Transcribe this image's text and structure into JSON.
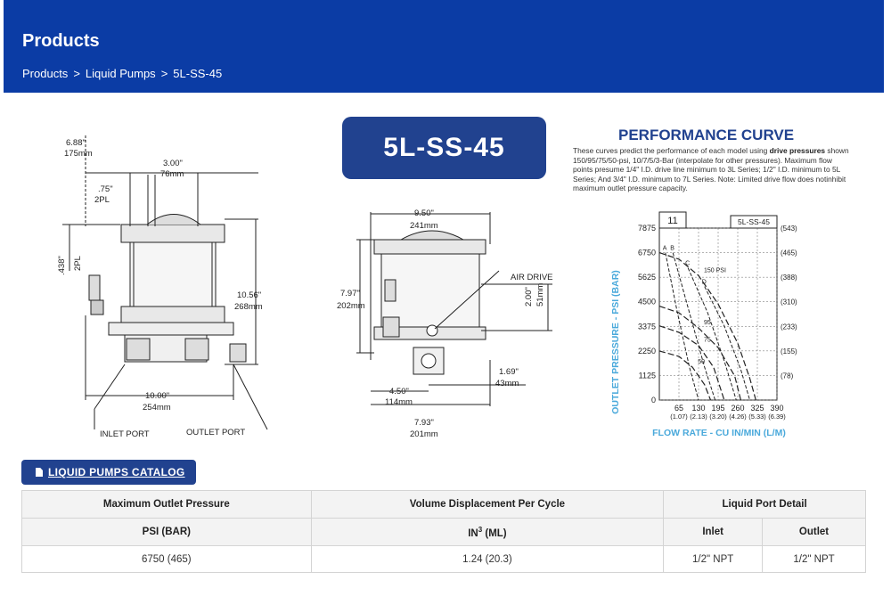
{
  "header": {
    "title": "Products",
    "breadcrumb": [
      "Products",
      ">",
      "Liquid Pumps",
      ">",
      "5L-SS-45"
    ]
  },
  "model": "5L-SS-45",
  "left_drawing": {
    "dims": [
      "6.88\"",
      "175mm",
      "3.00\"",
      "76mm",
      ".75\"",
      "2PL",
      ".438\"",
      "2PL",
      "10.56\"",
      "268mm",
      "10.00\"",
      "254mm"
    ],
    "labels": [
      "INLET PORT",
      "OUTLET PORT"
    ]
  },
  "middle_drawing": {
    "dims": [
      "9.50\"",
      "241mm",
      "7.97\"",
      "202mm",
      "2.00\"",
      "51mm",
      "1.69\"",
      "43mm",
      "4.50\"",
      "114mm",
      "7.93\"",
      "201mm"
    ],
    "labels": [
      "AIR DRIVE"
    ]
  },
  "performance": {
    "title": "PERFORMANCE CURVE",
    "intro": "These curves predict the performance of each model using",
    "bold": "drive pressures",
    "rest": "shown 150/95/75/50-psi, 10/7/5/3-Bar (interpolate for other pressures). Maximum flow points presume 1/4\" I.D. drive line minimum to 3L Series; 1/2\" I.D. minimum to 5L Series; And 3/4\" I.D. minimum to 7L Series. Note: Limited drive flow does notinhibit maximum outlet pressure capacity."
  },
  "chart_data": {
    "type": "line",
    "box_label": "11",
    "model_label": "5L-SS-45",
    "ylabel": "OUTLET PRESSURE - PSI (BAR)",
    "xlabel": "FLOW RATE - CU IN/MIN (L/M)",
    "y_ticks": [
      "7875",
      "6750",
      "5625",
      "4500",
      "3375",
      "2250",
      "1125",
      "0"
    ],
    "y_ticks_bar": [
      "(543)",
      "(465)",
      "(388)",
      "(310)",
      "(233)",
      "(155)",
      "(78)"
    ],
    "x_ticks": [
      "65",
      "130",
      "195",
      "260",
      "325",
      "390"
    ],
    "x_ticks_lpm": [
      "(1.07)",
      "(2.13)",
      "(3.20)",
      "(4.26)",
      "(5.33)",
      "(6.39)"
    ],
    "xlim": [
      0,
      390
    ],
    "ylim": [
      0,
      7875
    ],
    "curve_letters": [
      "A",
      "B",
      "C",
      "D"
    ],
    "series": [
      {
        "name": "150 PSI",
        "values": [
          [
            0,
            6750
          ],
          [
            65,
            6450
          ],
          [
            130,
            5700
          ],
          [
            195,
            4400
          ],
          [
            260,
            2600
          ],
          [
            300,
            1000
          ],
          [
            320,
            0
          ]
        ]
      },
      {
        "name": "95",
        "values": [
          [
            0,
            4300
          ],
          [
            65,
            4000
          ],
          [
            130,
            3300
          ],
          [
            195,
            2400
          ],
          [
            250,
            1100
          ],
          [
            270,
            0
          ]
        ]
      },
      {
        "name": "75",
        "values": [
          [
            0,
            3400
          ],
          [
            65,
            3100
          ],
          [
            130,
            2500
          ],
          [
            180,
            1500
          ],
          [
            215,
            0
          ]
        ]
      },
      {
        "name": "50",
        "values": [
          [
            0,
            2250
          ],
          [
            65,
            2000
          ],
          [
            110,
            1500
          ],
          [
            150,
            700
          ],
          [
            170,
            0
          ]
        ]
      }
    ],
    "dashed_lines": [
      {
        "name": "A",
        "values": [
          [
            20,
            6750
          ],
          [
            60,
            4000
          ],
          [
            100,
            1500
          ],
          [
            130,
            0
          ]
        ]
      },
      {
        "name": "B",
        "values": [
          [
            45,
            6750
          ],
          [
            100,
            4000
          ],
          [
            150,
            1500
          ],
          [
            185,
            0
          ]
        ]
      },
      {
        "name": "C",
        "values": [
          [
            95,
            6050
          ],
          [
            160,
            4000
          ],
          [
            215,
            1800
          ],
          [
            255,
            0
          ]
        ]
      },
      {
        "name": "D",
        "values": [
          [
            150,
            5200
          ],
          [
            215,
            3400
          ],
          [
            270,
            1400
          ],
          [
            300,
            0
          ]
        ]
      }
    ]
  },
  "catalog_button": "LIQUID PUMPS CATALOG",
  "table": {
    "head1": [
      "Maximum Outlet Pressure",
      "Volume Displacement Per Cycle",
      "Liquid Port Detail"
    ],
    "head2": [
      "PSI (BAR)",
      "IN",
      "3",
      " (ML)",
      "Inlet",
      "Outlet"
    ],
    "row": [
      "6750 (465)",
      "1.24 (20.3)",
      "1/2\" NPT",
      "1/2\" NPT"
    ]
  }
}
